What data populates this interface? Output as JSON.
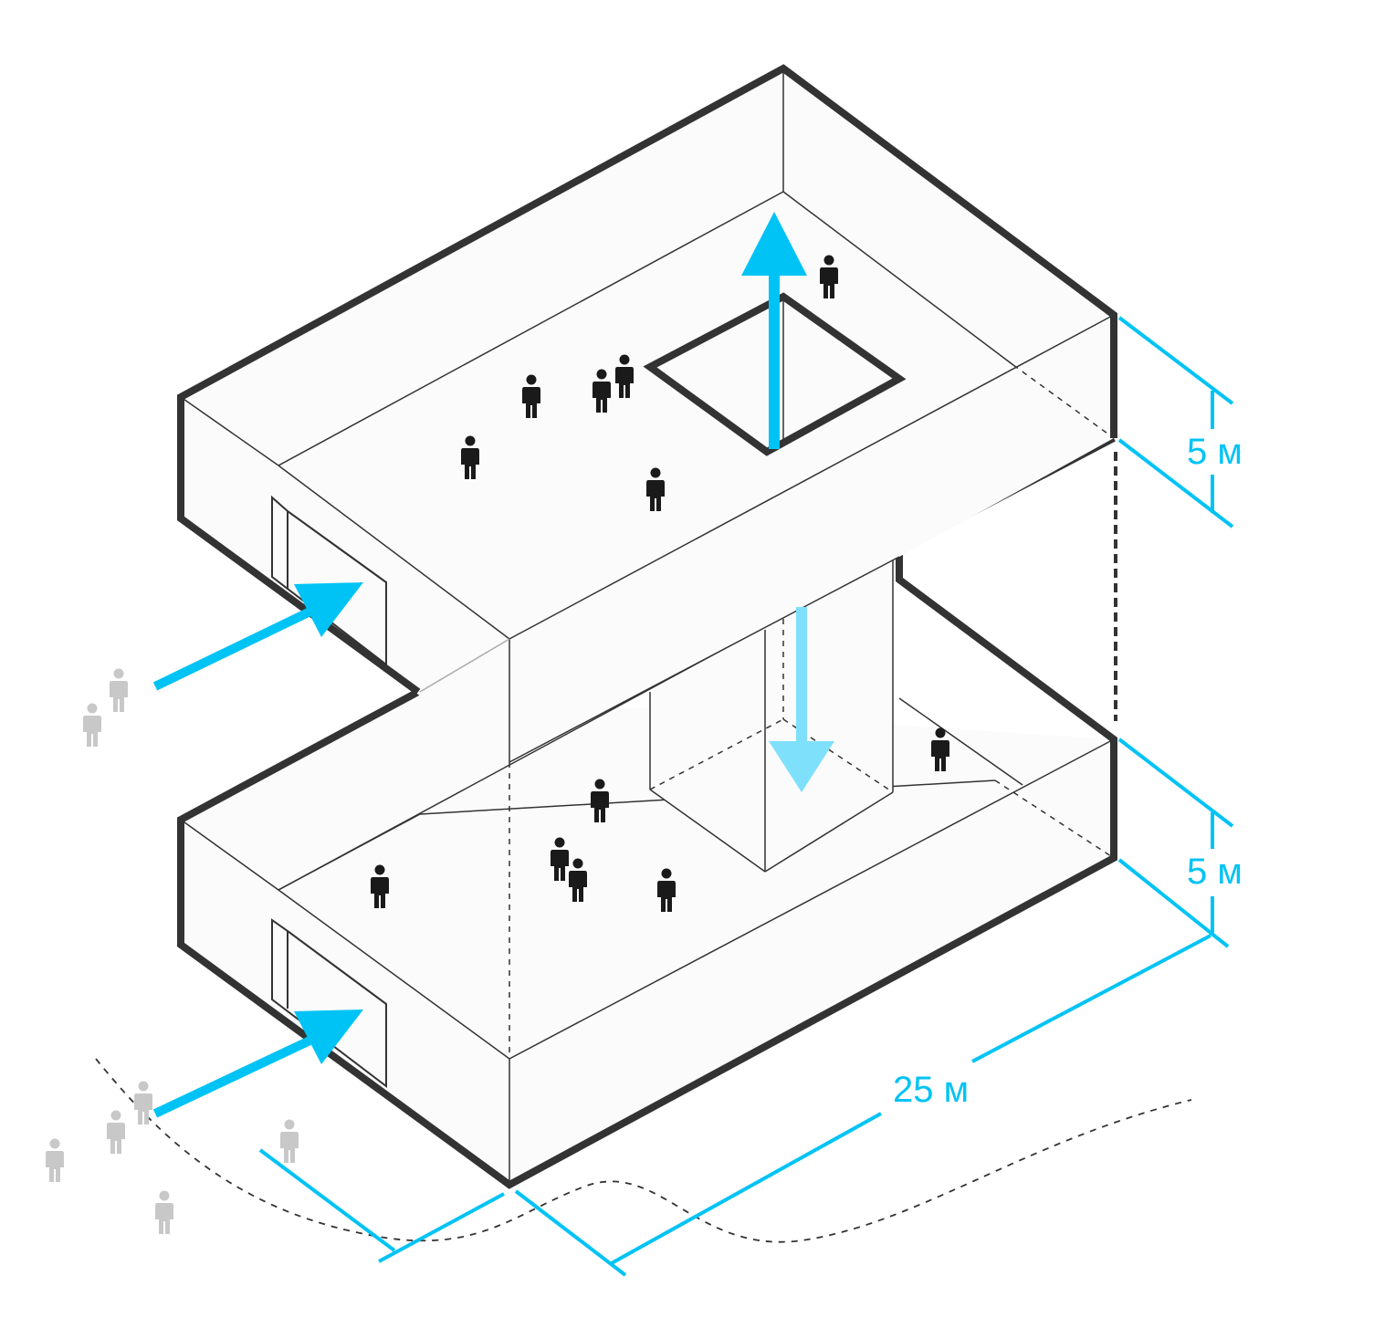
{
  "dimensions": {
    "upper_height": "5 м",
    "lower_height": "5 м",
    "length": "25 м"
  },
  "colors": {
    "accent": "#00c3f5",
    "accent_light": "#7fe0fb",
    "line": "#333333",
    "fill": "#fbfbfb",
    "person_dark": "#1a1a1a",
    "person_gray": "#c8c8c8"
  },
  "icons": {
    "person": "person-icon",
    "entry_arrow": "arrow-icon",
    "up_arrow": "arrow-up-icon",
    "down_arrow": "arrow-down-icon"
  }
}
